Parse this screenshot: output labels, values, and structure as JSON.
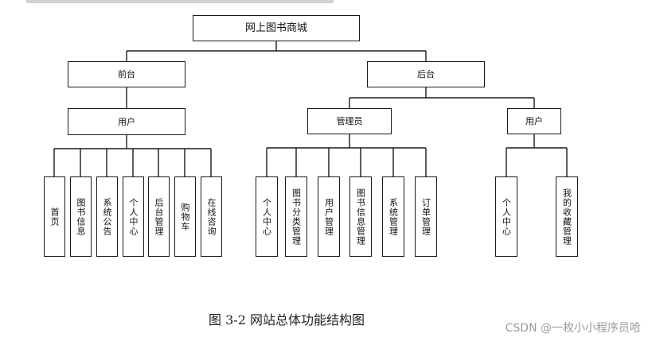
{
  "diagram": {
    "root": "网上图书商城",
    "frontend": {
      "label": "前台",
      "user": "用户",
      "modules": [
        "首页",
        "图书信息",
        "系统公告",
        "个人中心",
        "后台管理",
        "购物车",
        "在线咨询"
      ]
    },
    "backend": {
      "label": "后台",
      "admin": {
        "label": "管理员",
        "modules": [
          "个人中心",
          "图书分类管理",
          "用户管理",
          "图书信息管理",
          "系统管理",
          "订单管理"
        ]
      },
      "user": {
        "label": "用户",
        "modules": [
          "个人中心",
          "我的收藏管理"
        ]
      }
    }
  },
  "caption": "图 3-2 网站总体功能结构图",
  "watermark": "CSDN @一枚小小程序员哈"
}
